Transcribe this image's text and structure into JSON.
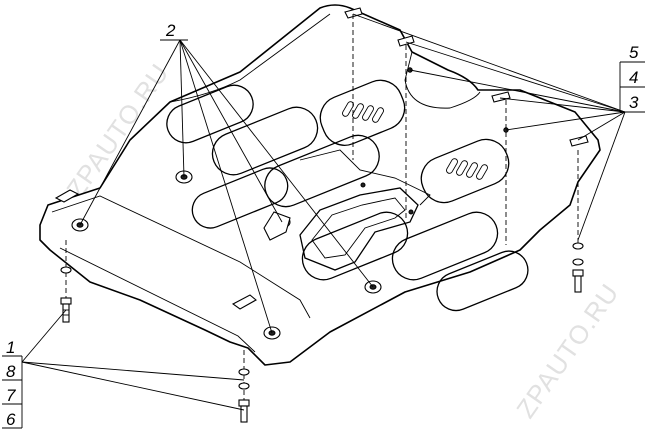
{
  "watermark": {
    "text": "ZPAUTO.RU"
  },
  "callouts": {
    "label_2": "2",
    "label_5": "5",
    "label_4": "4",
    "label_3": "3",
    "label_1": "1",
    "label_8": "8",
    "label_7": "7",
    "label_6": "6"
  },
  "colors": {
    "line": "#000000",
    "background": "#ffffff",
    "watermark": "#c9c9c9"
  }
}
